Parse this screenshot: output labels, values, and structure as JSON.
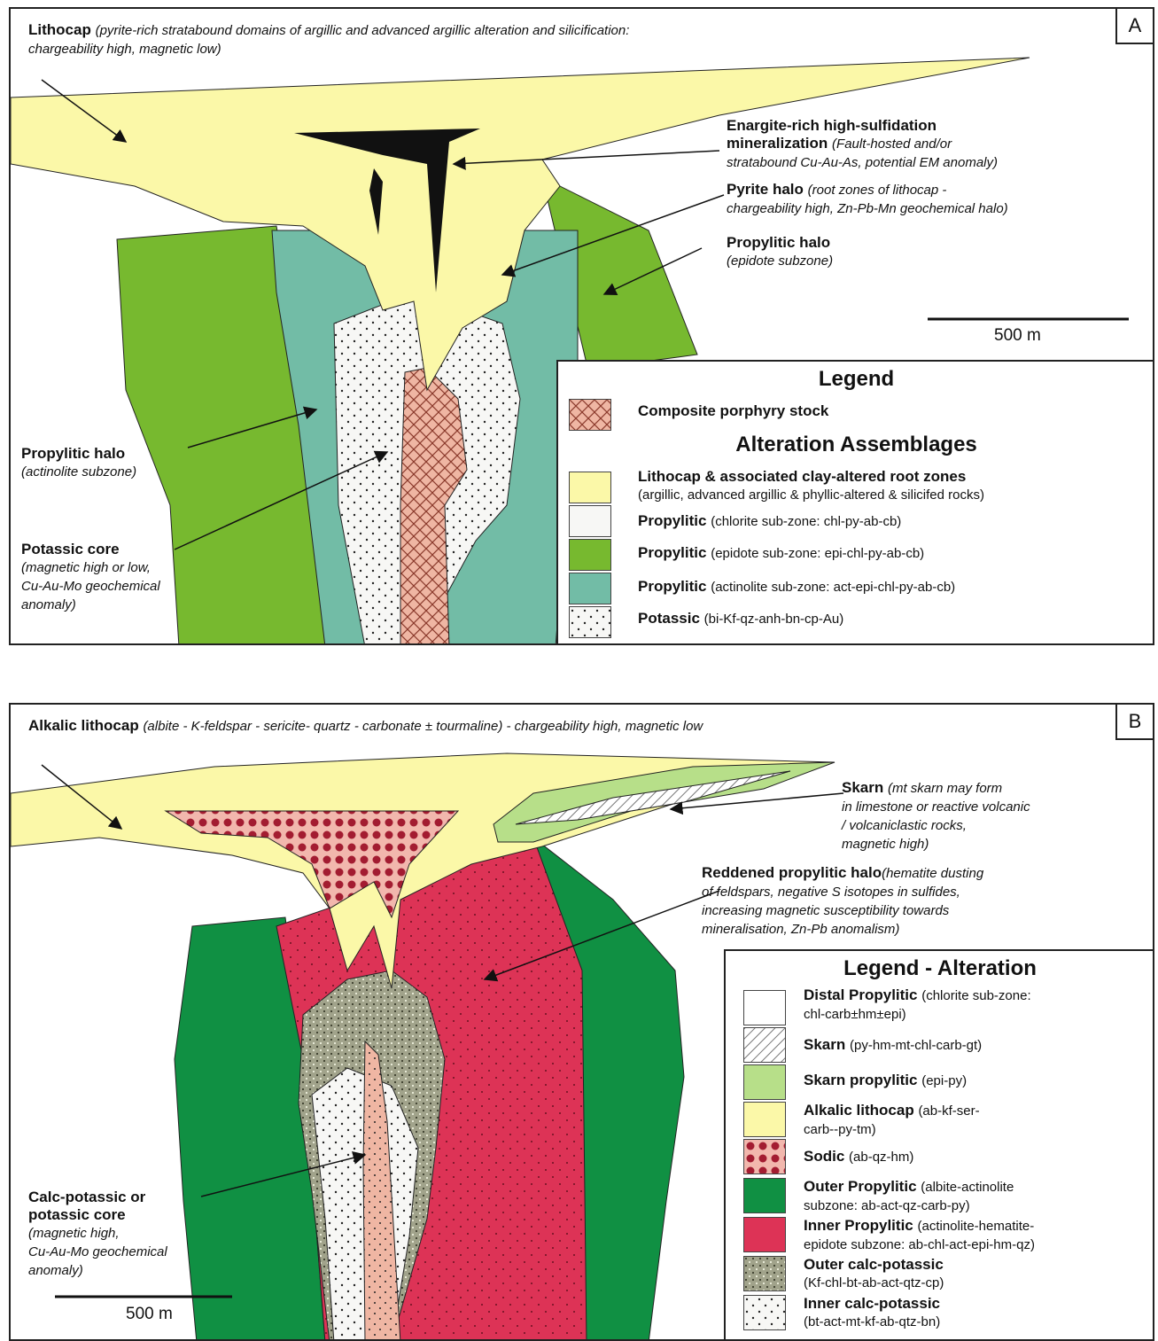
{
  "colors": {
    "lithocap": "#fbf8a8",
    "epidote": "#77b92f",
    "actinolite": "#72bca6",
    "chlorite": "#f7f7f5",
    "porphyry": "#efb6a3",
    "skarn_propylitic": "#b7df89",
    "outer_propylitic": "#109043",
    "inner_propylitic": "#dd3356",
    "outer_calc_potassic": "#a1a38b",
    "sodic": "#a31c31"
  },
  "panelA": {
    "letter": "A",
    "lithocap_title": "Lithocap",
    "lithocap_desc_1": "(pyrite-rich stratabound domains of argillic and advanced argillic alteration and silicification:",
    "lithocap_desc_2": "chargeability high, magnetic low)",
    "enargite_title_1": "Enargite-rich high-sulfidation",
    "enargite_title_2": "mineralization",
    "enargite_desc_1": "(Fault-hosted and/or",
    "enargite_desc_2": "stratabound Cu-Au-As, potential EM anomaly)",
    "pyrite_title": "Pyrite halo",
    "pyrite_desc_1": "(root zones of lithocap -",
    "pyrite_desc_2": "chargeability high, Zn-Pb-Mn geochemical halo)",
    "prop_halo_title": "Propylitic halo",
    "prop_halo_desc": "(epidote subzone)",
    "scale_label": "500 m",
    "act_halo_title": "Propylitic halo",
    "act_halo_desc": "(actinolite subzone)",
    "potassic_title": "Potassic core",
    "potassic_desc_1": "(magnetic high or low,",
    "potassic_desc_2": "Cu-Au-Mo geochemical",
    "potassic_desc_3": "anomaly)",
    "legend": {
      "title": "Legend",
      "porphyry": "Composite porphyry stock",
      "subtitle": "Alteration Assemblages",
      "rows": [
        {
          "name": "Lithocap & associated clay-altered root zones",
          "desc": "(argillic, advanced argillic & phyllic-altered & silicifed rocks)"
        },
        {
          "name": "Propylitic",
          "desc": "(chlorite sub-zone: chl-py-ab-cb)"
        },
        {
          "name": "Propylitic",
          "desc": "(epidote sub-zone: epi-chl-py-ab-cb)"
        },
        {
          "name": "Propylitic",
          "desc": "(actinolite sub-zone: act-epi-chl-py-ab-cb)"
        },
        {
          "name": "Potassic",
          "desc": "(bi-Kf-qz-anh-bn-cp-Au)"
        }
      ]
    }
  },
  "panelB": {
    "letter": "B",
    "alk_title": "Alkalic lithocap",
    "alk_desc": "(albite - K-feldspar - sericite- quartz - carbonate ± tourmaline) - chargeability high, magnetic low",
    "skarn_title": "Skarn",
    "skarn_desc_1": "(mt skarn may form",
    "skarn_desc_2": "in limestone or reactive volcanic",
    "skarn_desc_3": "/ volcaniclastic rocks,",
    "skarn_desc_4": "magnetic high)",
    "red_title": "Reddened propylitic halo",
    "red_desc_1": "(hematite dusting",
    "red_desc_2": "of feldspars, negative S isotopes in sulfides,",
    "red_desc_3": "increasing magnetic susceptibility towards",
    "red_desc_4": "mineralisation, Zn-Pb anomalism)",
    "core_title_1": "Calc-potassic or",
    "core_title_2": "potassic core",
    "core_desc_1": "(magnetic high,",
    "core_desc_2": "Cu-Au-Mo geochemical",
    "core_desc_3": "anomaly)",
    "scale_label": "500 m",
    "legend": {
      "title": "Legend - Alteration",
      "rows": [
        {
          "name": "Distal Propylitic",
          "desc1": "(chlorite sub-zone:",
          "desc2": "chl-carb±hm±epi)"
        },
        {
          "name": "Skarn",
          "desc1": "(py-hm-mt-chl-carb-gt)",
          "desc2": ""
        },
        {
          "name": "Skarn propylitic",
          "desc1": "(epi-py)",
          "desc2": ""
        },
        {
          "name": "Alkalic lithocap",
          "desc1": "(ab-kf-ser-",
          "desc2": "carb--py-tm)"
        },
        {
          "name": "Sodic",
          "desc1": "(ab-qz-hm)",
          "desc2": ""
        },
        {
          "name": "Outer Propylitic",
          "desc1": "(albite-actinolite",
          "desc2": "subzone: ab-act-qz-carb-py)"
        },
        {
          "name": "Inner Propylitic",
          "desc1": "(actinolite-hematite-",
          "desc2": "epidote subzone: ab-chl-act-epi-hm-qz)"
        },
        {
          "name": "Outer calc-potassic",
          "desc1": "",
          "desc2": "(Kf-chl-bt-ab-act-qtz-cp)"
        },
        {
          "name": "Inner calc-potassic",
          "desc1": "",
          "desc2": "(bt-act-mt-kf-ab-qtz-bn)"
        }
      ]
    }
  }
}
